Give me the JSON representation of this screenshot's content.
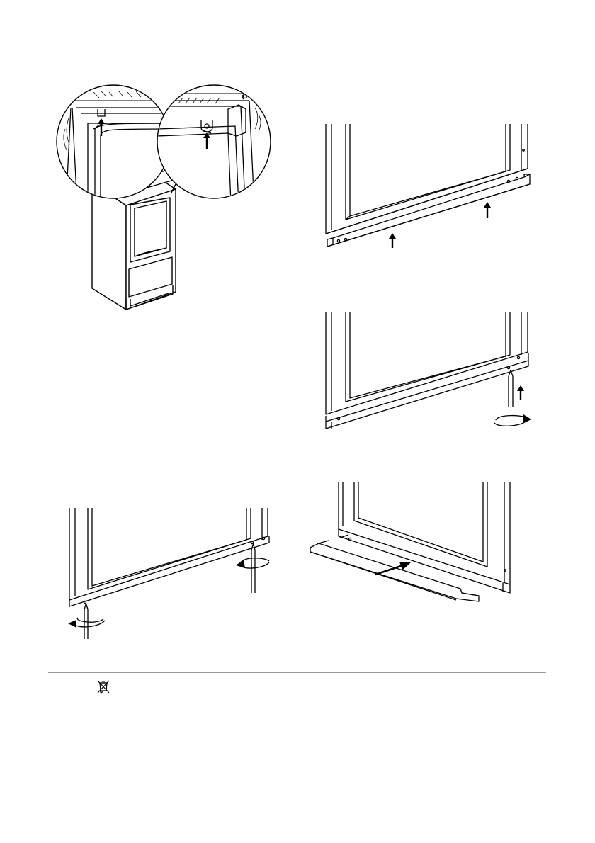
{
  "figures": [
    {
      "id": "cabinet-with-magnified-brackets",
      "icon": "appliance-cabinet-illustration"
    },
    {
      "id": "door-trim-push-up",
      "icon": "door-trim-push-up-illustration"
    },
    {
      "id": "door-trim-screw-tighten",
      "icon": "door-trim-screw-illustration"
    },
    {
      "id": "door-bottom-two-screws",
      "icon": "door-bottom-screws-illustration"
    },
    {
      "id": "door-kickplate-slide-in",
      "icon": "kickplate-slide-illustration"
    }
  ],
  "footer": {
    "icon": "crossed-out-wheelie-bin-icon"
  },
  "colors": {
    "line": "#000000",
    "rule": "#9a9a9a",
    "background": "#ffffff"
  }
}
